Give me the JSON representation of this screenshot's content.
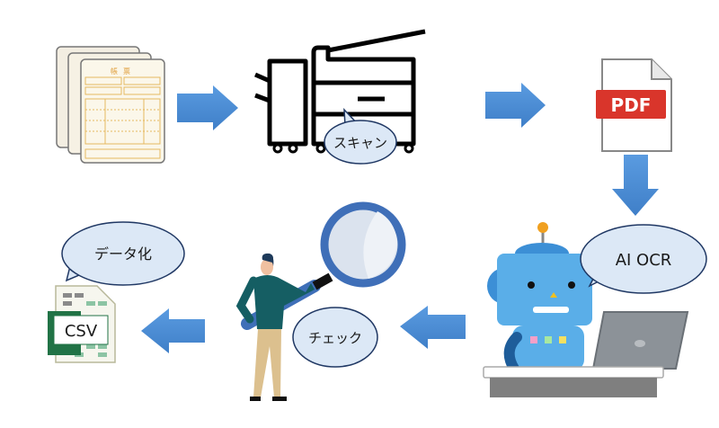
{
  "diagram": {
    "documents": {
      "header_text": "帳票"
    },
    "scanner_bubble": "スキャン",
    "pdf_label": "PDF",
    "ocr_bubble": "AI OCR",
    "check_bubble": "チェック",
    "data_bubble": "データ化",
    "csv_label": "CSV"
  },
  "colors": {
    "arrow": "#4f8fd6",
    "bubble_fill": "#dce8f6",
    "bubble_stroke": "#203864",
    "pdf_red": "#d9352b",
    "csv_green": "#217346",
    "robot_blue": "#5aaee8"
  }
}
